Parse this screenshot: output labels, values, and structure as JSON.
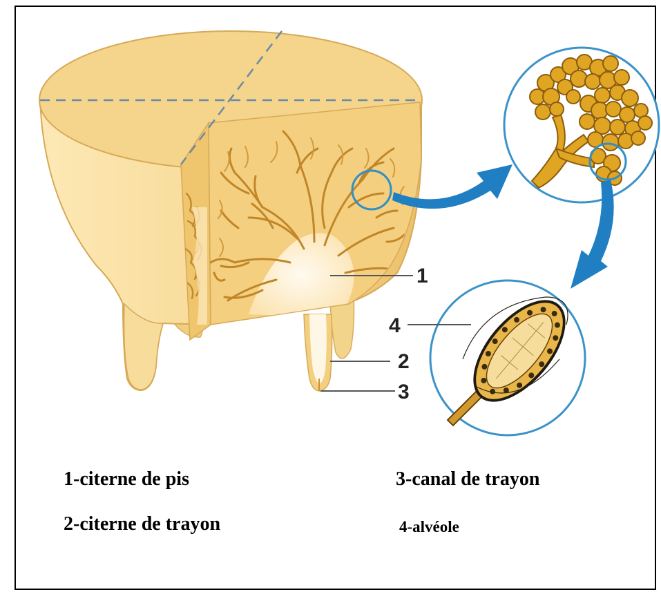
{
  "callouts": {
    "c1": "1",
    "c2": "2",
    "c3": "3",
    "c4": "4"
  },
  "legend": {
    "item1": "1-citerne de pis",
    "item2": "2-citerne de trayon",
    "item3": "3-canal de trayon",
    "item4": "4-alvéole"
  },
  "colors": {
    "udder_light": "#fbe3a6",
    "udder_mid": "#f2cf7c",
    "udder_dark": "#e7b95a",
    "tissue_line": "#c89234",
    "gland": "#e1a524",
    "gland_outline": "#8a5c0c",
    "circle_outline": "#3a93c8",
    "arrow": "#1f7fc2",
    "dashed_line": "#6b8aa5"
  }
}
